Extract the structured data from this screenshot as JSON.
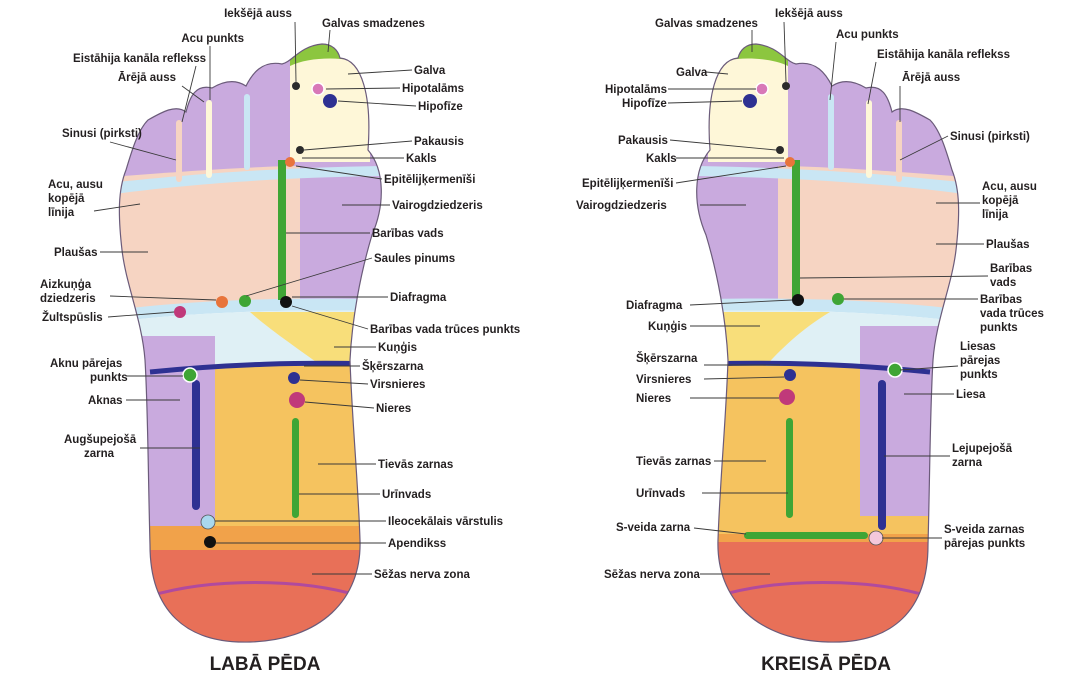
{
  "colors": {
    "toes": "#c9aade",
    "ball": "#f6d4c2",
    "blueBand": "#c9e6f4",
    "yellow": "#f8de7a",
    "orange": "#f5c35f",
    "lightYellow": "#fef7d8",
    "brain": "#8cc63f",
    "heel": "#e87058",
    "heelTop": "#f1a24a",
    "green": "#3fa535",
    "navy": "#2e3192",
    "nerve": "#b04a9e",
    "pinkDot": "#d878b8",
    "lightBlue": "#a9d8ef",
    "darkDot": "#2b2b2b",
    "orangeDot": "#e8743b",
    "redDot": "#c0397a"
  },
  "right_foot": {
    "title": "LABĀ PĒDA",
    "labels": {
      "iekseja_auss": "Iekšējā auss",
      "galvas_smadzenes": "Galvas smadzenes",
      "acu_punkts": "Acu punkts",
      "eistahija": "Eistāhija kanāla reflekss",
      "areja_auss": "Ārējā auss",
      "galva": "Galva",
      "hipotalams": "Hipotalāms",
      "hipofize": "Hipofīze",
      "sinusi": "Sinusi (pirksti)",
      "pakausis": "Pakausis",
      "kakls": "Kakls",
      "epiteli": "Epitēlijķermenīši",
      "acu_ausu_1": "Acu, ausu",
      "acu_ausu_2": "kopējā",
      "acu_ausu_3": "līnija",
      "vairogdz": "Vairogdziedzeris",
      "baribas_vads": "Barības vads",
      "plausas": "Plaušas",
      "saules": "Saules pinums",
      "aizkunga_1": "Aizkuņģa",
      "aizkunga_2": "dziedzeris",
      "diafragma": "Diafragma",
      "zultspuslis": "Žultspūslis",
      "truces": "Barības vada trūces punkts",
      "kungis": "Kuņģis",
      "aknu_1": "Aknu pārejas",
      "aknu_2": "punkts",
      "skersz": "Šķērszarna",
      "virsnieres": "Virsnieres",
      "aknas": "Aknas",
      "nieres": "Nieres",
      "augsupej_1": "Augšupejošā",
      "augsupej_2": "zarna",
      "tievas": "Tievās zarnas",
      "urinvads": "Urīnvads",
      "ileocek": "Ileocekālais vārstulis",
      "apendikss": "Apendikss",
      "sezas": "Sēžas nerva zona"
    }
  },
  "left_foot": {
    "title": "KREISĀ PĒDA",
    "labels": {
      "iekseja_auss": "Iekšējā auss",
      "galvas_smadzenes": "Galvas smadzenes",
      "acu_punkts": "Acu punkts",
      "eistahija": "Eistāhija kanāla reflekss",
      "galva": "Galva",
      "areja_auss": "Ārējā auss",
      "hipotalams": "Hipotalāms",
      "hipofize": "Hipofīze",
      "sinusi": "Sinusi (pirksti)",
      "pakausis": "Pakausis",
      "kakls": "Kakls",
      "epiteli": "Epitēlijķermenīši",
      "acu_ausu_1": "Acu, ausu",
      "acu_ausu_2": "kopējā",
      "acu_ausu_3": "līnija",
      "vairogdz": "Vairogdziedzeris",
      "plausas": "Plaušas",
      "baribas_1": "Barības",
      "baribas_2": "vads",
      "diafragma": "Diafragma",
      "truces_1": "Barības",
      "truces_2": "vada trūces",
      "truces_3": "punkts",
      "kungis": "Kuņģis",
      "liesas_1": "Liesas",
      "liesas_2": "pārejas",
      "liesas_3": "punkts",
      "skersz": "Šķērszarna",
      "virsnieres": "Virsnieres",
      "liesa": "Liesa",
      "nieres": "Nieres",
      "lejupej_1": "Lejupejošā",
      "lejupej_2": "zarna",
      "tievas": "Tievās zarnas",
      "urinvads": "Urīnvads",
      "sveida": "S-veida zarna",
      "sveida_p_1": "S-veida zarnas",
      "sveida_p_2": "pārejas punkts",
      "sezas": "Sēžas nerva zona"
    }
  }
}
